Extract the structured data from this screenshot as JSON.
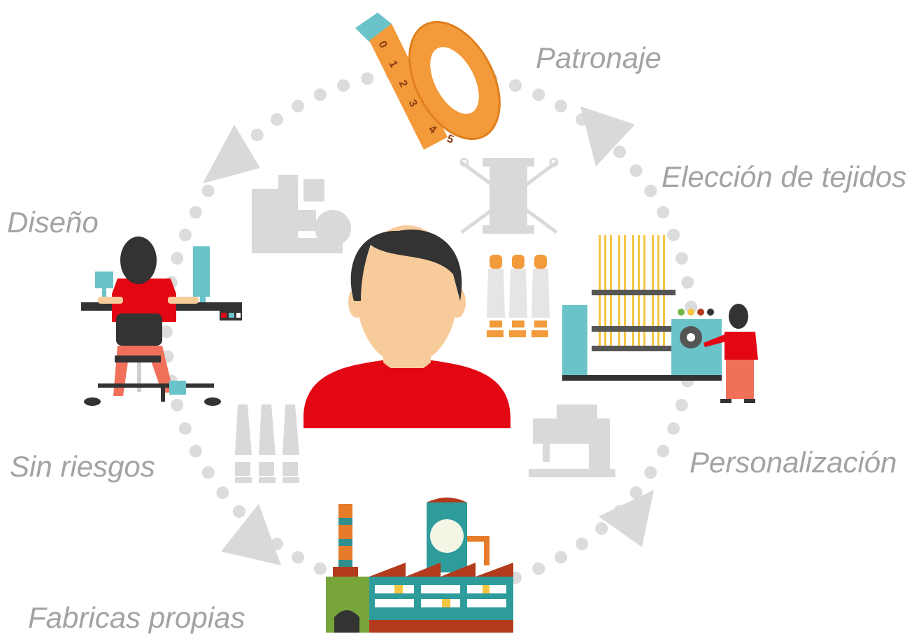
{
  "labels": {
    "patronaje": "Patronaje",
    "eleccion": "Elección de tejidos",
    "diseno": "Diseño",
    "sin_riesgos": "Sin riesgos",
    "personalizacion": "Personalización",
    "fabricas": "Fabricas propias"
  },
  "tape_numbers": [
    "0",
    "1",
    "2",
    "3",
    "4",
    "5"
  ],
  "colors": {
    "label_gray": "#a3a3a3",
    "dot_gray": "#dcdcdc",
    "red": "#e30613",
    "skin": "#f8cb9b",
    "hair": "#333333",
    "teal": "#6ac3c8",
    "orange": "#f39a3b",
    "light_gray_icon": "#d9d9d9"
  }
}
